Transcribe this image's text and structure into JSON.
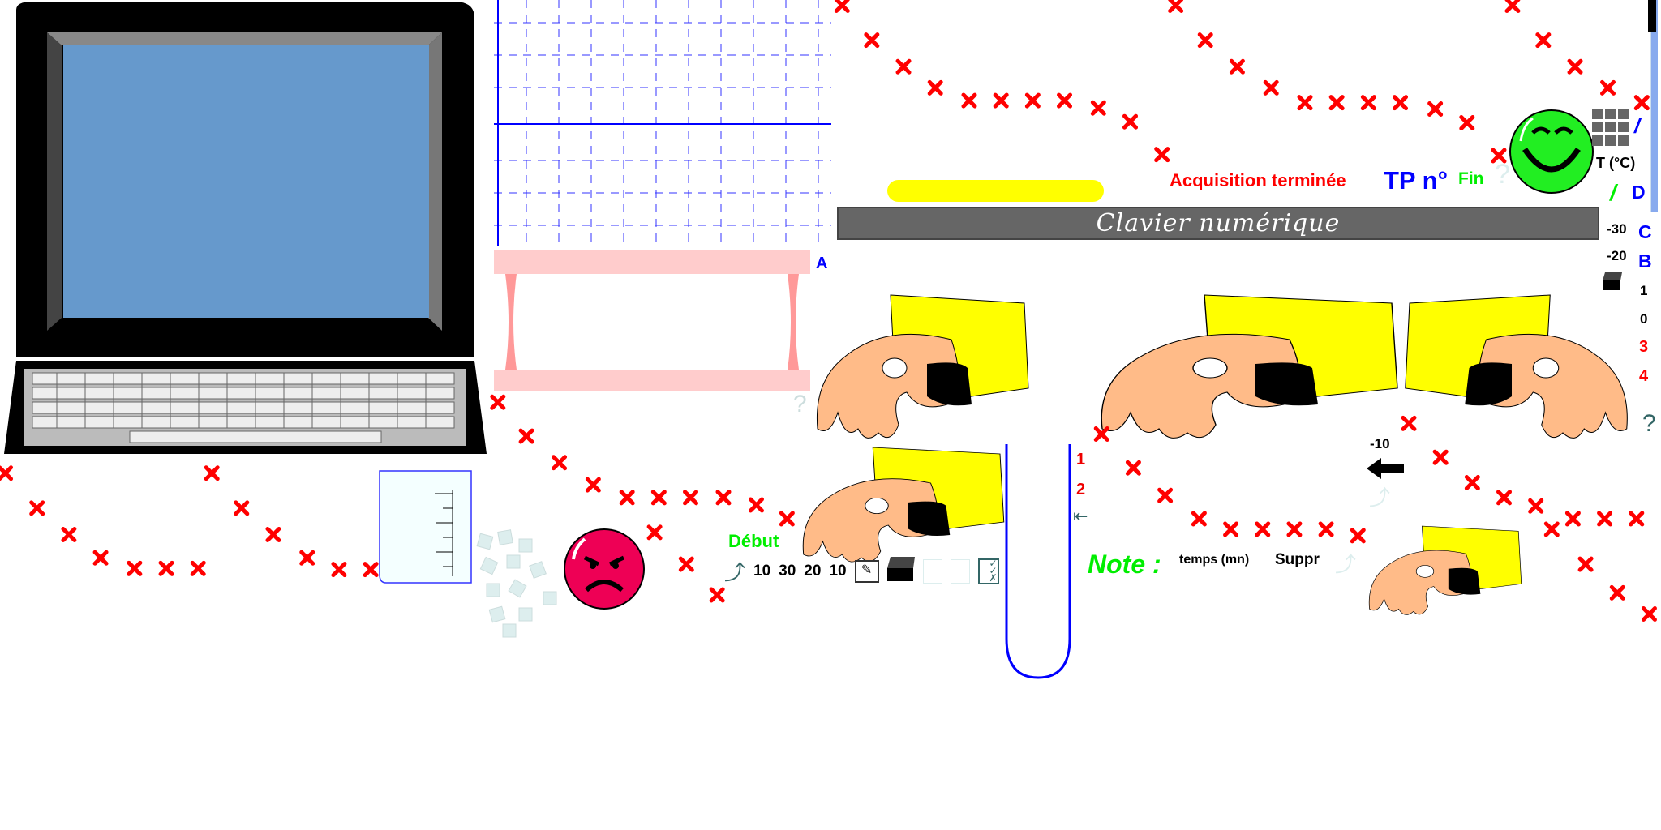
{
  "status": {
    "acquisition": "Acquisition terminée",
    "tp": "TP n°",
    "fin": "Fin",
    "help": "?"
  },
  "keyboard_bar": {
    "title": "Clavier numérique"
  },
  "graph": {
    "label_a": "A"
  },
  "right_panel": {
    "unit": "T (°C)",
    "slash1": "/",
    "slash2": "/",
    "d": "D",
    "c": "C",
    "b": "B",
    "v1": "-30",
    "v2": "-20",
    "k1": "1",
    "k0": "0",
    "k3": "3",
    "k4": "4",
    "help": "?"
  },
  "tube": {
    "label1": "1",
    "label2": "2"
  },
  "note": {
    "label": "Note :",
    "temps": "temps (mn)",
    "suppr": "Suppr"
  },
  "arrow_value": "-10",
  "toolbar": {
    "debut": "Début",
    "values": [
      "10",
      "30",
      "20",
      "10"
    ]
  },
  "colors": {
    "red": "#ff0000",
    "blue": "#0000ff",
    "green": "#00ee00",
    "screen": "#6699cc"
  }
}
